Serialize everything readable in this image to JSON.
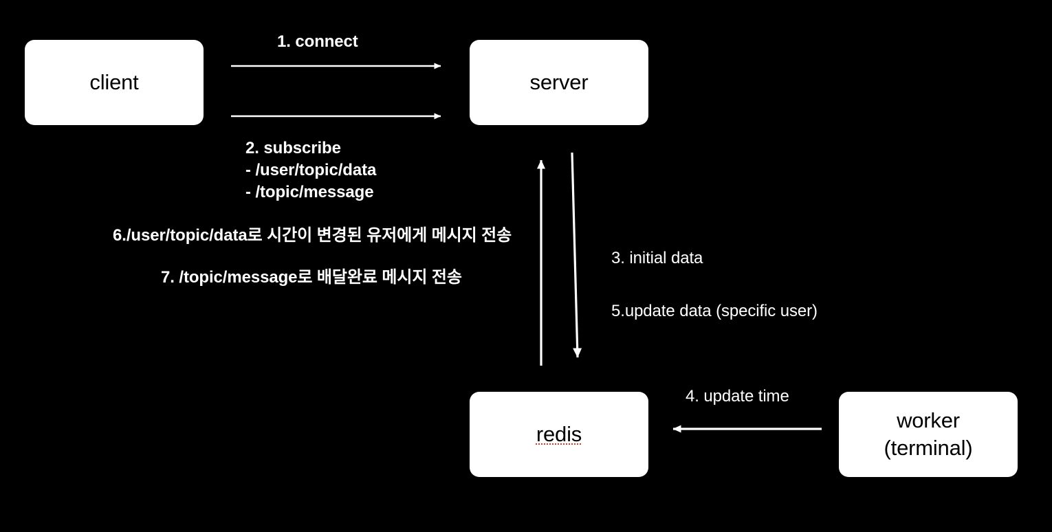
{
  "diagram": {
    "background_color": "#000000",
    "node_fill": "#ffffff",
    "node_text_color": "#000000",
    "edge_color": "#ffffff",
    "spellcheck_underline_color": "#e03020",
    "nodes": [
      {
        "id": "client",
        "label": "client"
      },
      {
        "id": "server",
        "label": "server"
      },
      {
        "id": "redis",
        "label": "redis"
      },
      {
        "id": "worker",
        "label": "worker\n(terminal)"
      }
    ],
    "edge_labels": {
      "connect": "1. connect",
      "subscribe": "2. subscribe\n- /user/topic/data\n- /topic/message",
      "korean_6": "6./user/topic/data로 시간이 변경된 유저에게 메시지 전송",
      "korean_7": "7. /topic/message로 배달완료 메시지 전송",
      "initial_data": "3. initial data",
      "update_data": "5.update data (specific user)",
      "update_time": "4. update time"
    }
  }
}
